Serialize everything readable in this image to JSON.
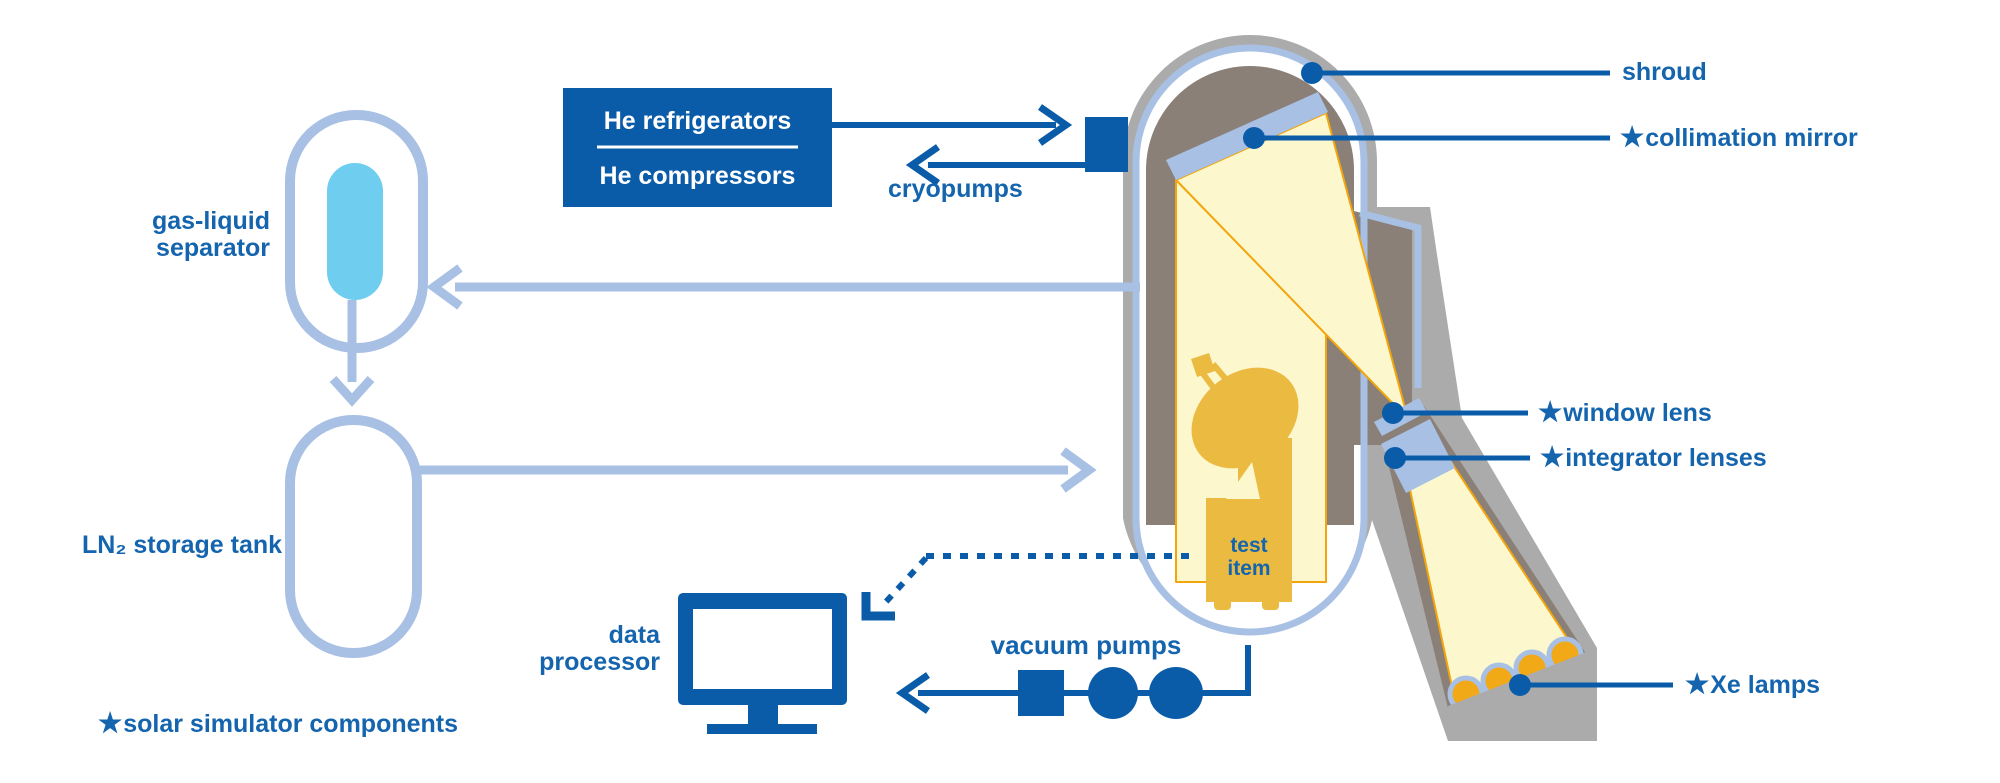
{
  "colors": {
    "blue": "#0b5ca8",
    "label_blue": "#1464ae",
    "periwinkle": "#a8c0e4",
    "cyan": "#6fcef0",
    "wall_gray": "#ababab",
    "shroud_taupe": "#8a8078",
    "beam_yellow": "#fcf7cd",
    "beam_edge": "#f2a50c",
    "item_amber": "#ebbb41",
    "lamp_amber": "#f2a918",
    "box_text": "#ffffff"
  },
  "icons": {
    "star": "★"
  },
  "separator_label": {
    "line1": "gas-liquid",
    "line2": "separator"
  },
  "ln2_label": "LN₂ storage tank",
  "legend": {
    "text": "solar simulator components"
  },
  "he_unit": {
    "refrigerators": "He refrigerators",
    "compressors": "He compressors"
  },
  "cryopumps_label": "cryopumps",
  "callouts": {
    "shroud": "shroud",
    "collimation_mirror": "collimation mirror",
    "window_lens": "window lens",
    "integrator_lenses": "integrator lenses",
    "xe_lamps": "Xe lamps"
  },
  "test_item": {
    "line1": "test",
    "line2": "item"
  },
  "data_processor": {
    "line1": "data",
    "line2": "processor"
  },
  "vacuum_pumps_label": "vacuum pumps"
}
